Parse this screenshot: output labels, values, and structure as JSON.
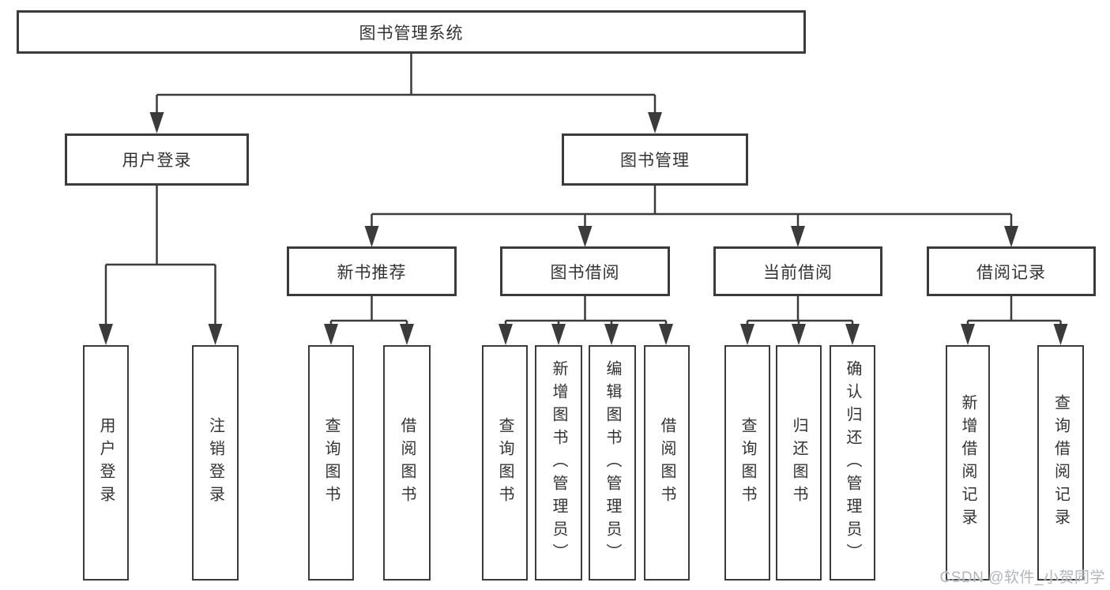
{
  "diagram_title": "图书管理系统",
  "nodes": {
    "root": "图书管理系统",
    "user_login": "用户登录",
    "book_mgmt": "图书管理",
    "new_book_rec": "新书推荐",
    "book_borrow": "图书借阅",
    "current_borrow": "当前借阅",
    "borrow_records": "借阅记录",
    "leaf_user_login": "用户登录",
    "leaf_logout": "注销登录",
    "leaf_newbook_query": "查询图书",
    "leaf_newbook_borrow": "借阅图书",
    "leaf_borrow_query": "查询图书",
    "leaf_borrow_add": "新增图书（管理员）",
    "leaf_borrow_edit": "编辑图书（管理员）",
    "leaf_borrow_borrow": "借阅图书",
    "leaf_current_query": "查询图书",
    "leaf_current_return": "归还图书",
    "leaf_current_confirm": "确认归还（管理员）",
    "leaf_records_add": "新增借阅记录",
    "leaf_records_query": "查询借阅记录"
  },
  "hierarchy": {
    "图书管理系统": {
      "用户登录": [
        "用户登录",
        "注销登录"
      ],
      "图书管理": {
        "新书推荐": [
          "查询图书",
          "借阅图书"
        ],
        "图书借阅": [
          "查询图书",
          "新增图书（管理员）",
          "编辑图书（管理员）",
          "借阅图书"
        ],
        "当前借阅": [
          "查询图书",
          "归还图书",
          "确认归还（管理员）"
        ],
        "借阅记录": [
          "新增借阅记录",
          "查询借阅记录"
        ]
      }
    }
  },
  "watermark": "CSDN @软件_小贺同学",
  "colors": {
    "line": "#3b3b3b",
    "text": "#333333",
    "background": "#ffffff",
    "watermark": "#b2b5bc"
  }
}
